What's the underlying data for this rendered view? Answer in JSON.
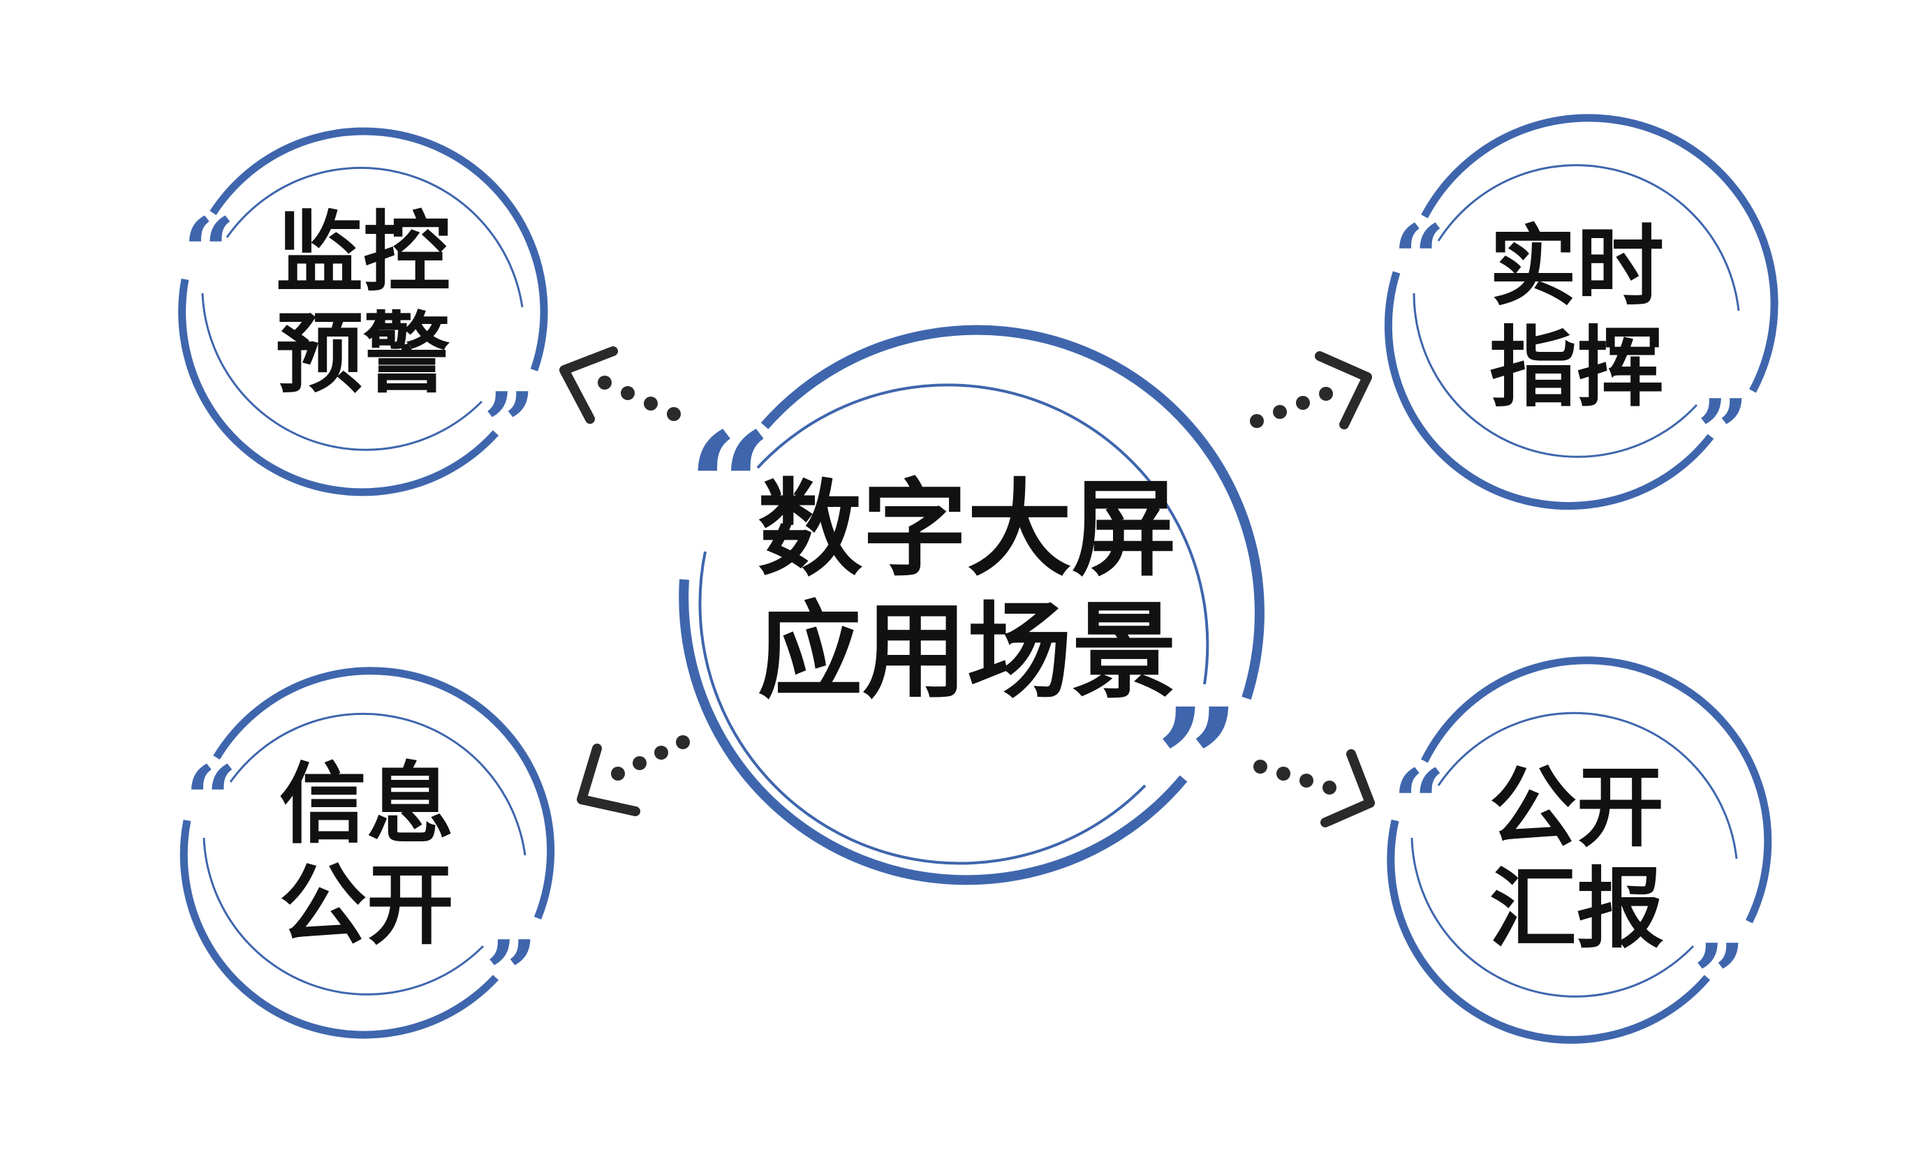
{
  "center": {
    "line1": "数字大屏",
    "line2": "应用场景"
  },
  "nodes": [
    {
      "id": "monitor-warning",
      "line1": "监控",
      "line2": "预警"
    },
    {
      "id": "realtime-command",
      "line1": "实时",
      "line2": "指挥"
    },
    {
      "id": "info-disclosure",
      "line1": "信息",
      "line2": "公开"
    },
    {
      "id": "public-report",
      "line1": "公开",
      "line2": "汇报"
    }
  ],
  "glyphs": {
    "open_quote": "“",
    "close_quote": "”"
  },
  "colors": {
    "ring": "#3f66ad",
    "text": "#111111",
    "arrow": "#2a2a2a",
    "background": "#ffffff"
  }
}
